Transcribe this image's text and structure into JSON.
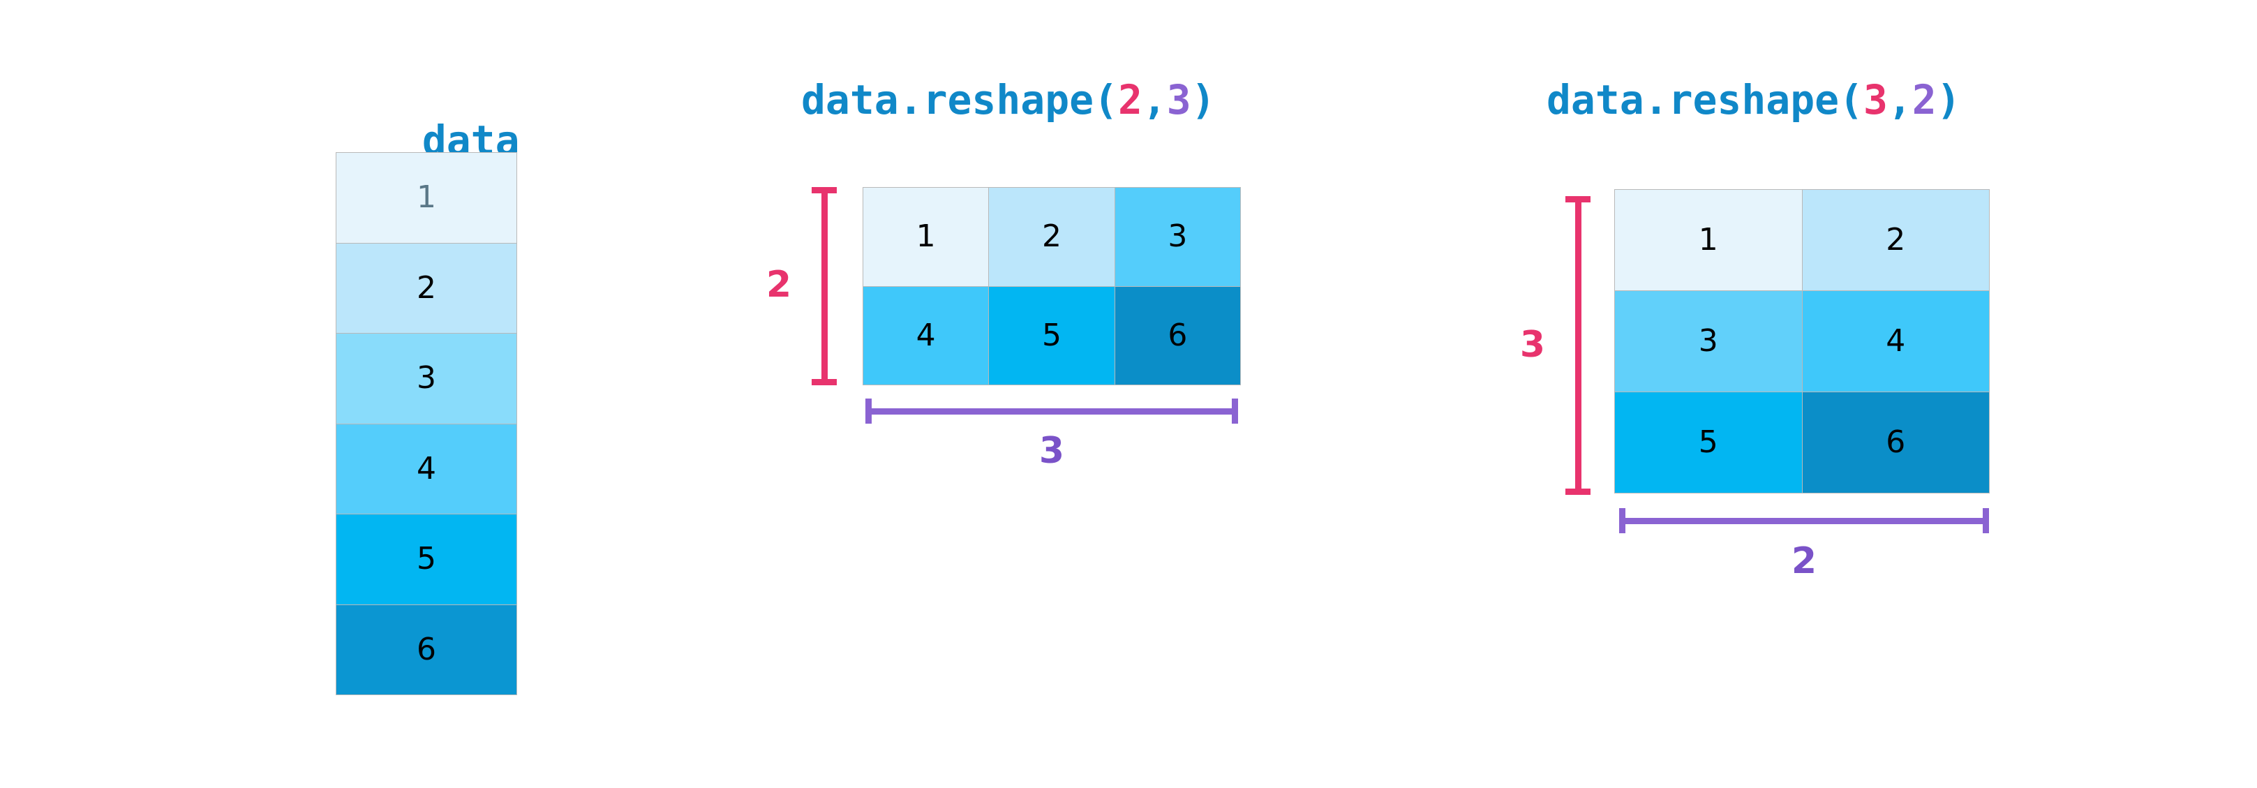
{
  "palette": {
    "accent_blue": "#1088c8",
    "pink": "#e8336d",
    "purple": "#8a63d2",
    "purple_text": "#7a52c8",
    "cell_border": "#b9b9b9",
    "background": "#ffffff",
    "value_colors": [
      "#e6f4fc",
      "#bbe6fb",
      "#89dcfb",
      "#54cdfb",
      "#02b6f2",
      "#0b96d2"
    ],
    "muted_text": "#5a7787"
  },
  "sections": {
    "source": {
      "title": "data",
      "title_parts": [
        {
          "text": "data",
          "color": "blue"
        }
      ],
      "shape": [
        6,
        1
      ],
      "values": [
        1,
        2,
        3,
        4,
        5,
        6
      ]
    },
    "reshape_2_3": {
      "title": "data.reshape(2,3)",
      "title_parts": [
        {
          "text": "data.reshape(",
          "color": "blue"
        },
        {
          "text": "2",
          "color": "pink"
        },
        {
          "text": ",",
          "color": "blue"
        },
        {
          "text": "3",
          "color": "purple"
        },
        {
          "text": ")",
          "color": "blue"
        }
      ],
      "shape": [
        2,
        3
      ],
      "rows": [
        [
          1,
          2,
          3
        ],
        [
          4,
          5,
          6
        ]
      ],
      "row_dim_label": "2",
      "col_dim_label": "3"
    },
    "reshape_3_2": {
      "title": "data.reshape(3,2)",
      "title_parts": [
        {
          "text": "data.reshape(",
          "color": "blue"
        },
        {
          "text": "3",
          "color": "pink"
        },
        {
          "text": ",",
          "color": "blue"
        },
        {
          "text": "2",
          "color": "purple"
        },
        {
          "text": ")",
          "color": "blue"
        }
      ],
      "shape": [
        3,
        2
      ],
      "rows": [
        [
          1,
          2
        ],
        [
          3,
          4
        ],
        [
          5,
          6
        ]
      ],
      "row_dim_label": "3",
      "col_dim_label": "2"
    }
  }
}
